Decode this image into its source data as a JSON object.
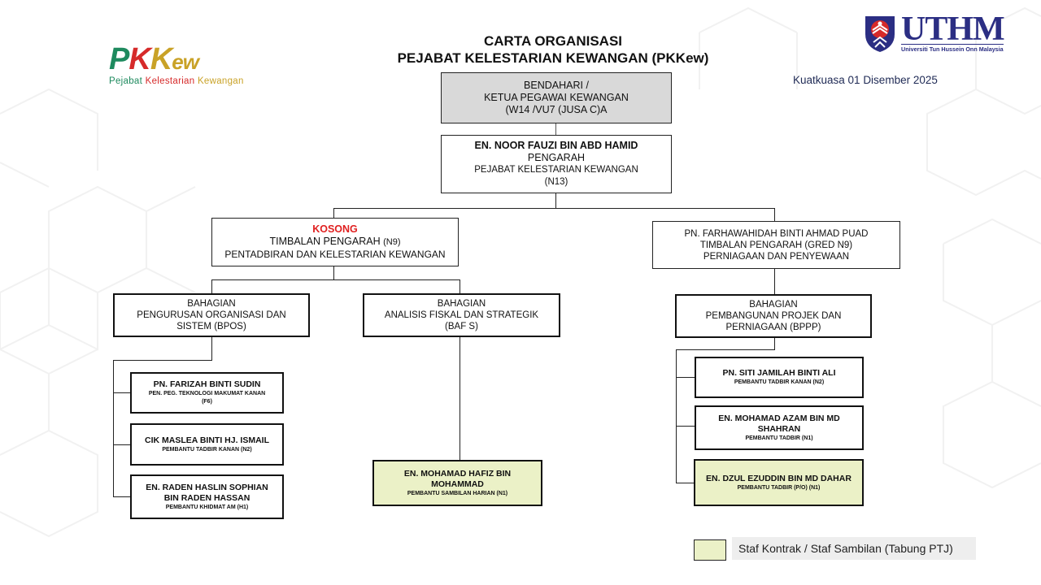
{
  "title": {
    "line1": "CARTA ORGANISASI",
    "line2": "PEJABAT KELESTARIAN KEWANGAN (PKKew)"
  },
  "logos": {
    "pkkew": {
      "letters": [
        "P",
        "K",
        "K",
        "ew"
      ],
      "letter_colors": [
        "#1e8a5e",
        "#d62a2a",
        "#c9a227",
        "#c9a227"
      ],
      "subtitle_parts": [
        "Pejabat ",
        "Kelestarian ",
        "Kewangan"
      ],
      "subtitle_colors": [
        "#1e8a5e",
        "#d62a2a",
        "#c9a227"
      ]
    },
    "uthm": {
      "word": "UTHM",
      "subtitle": "Universiti Tun Hussein Onn Malaysia",
      "color": "#2b2e83"
    }
  },
  "effective_date": "Kuatkuasa 01 Disember 2025",
  "org": {
    "bendahari": {
      "lines": [
        "BENDAHARI /",
        "KETUA PEGAWAI KEWANGAN",
        "(W14 /VU7 (JUSA C)A"
      ]
    },
    "pengarah": {
      "name": "EN. NOOR FAUZI BIN ABD HAMID",
      "title": "PENGARAH",
      "office": "PEJABAT KELESTARIAN KEWANGAN",
      "grade": "(N13)"
    },
    "deputy_left": {
      "status": "KOSONG",
      "title": "TIMBALAN PENGARAH",
      "grade": "(N9)",
      "unit": "PENTADBIRAN DAN KELESTARIAN KEWANGAN"
    },
    "deputy_right": {
      "name": "PN. FARHAWAHIDAH BINTI AHMAD PUAD",
      "title": "TIMBALAN PENGARAH (GRED N9)",
      "unit": "PERNIAGAAN DAN PENYEWAAN"
    },
    "divisions": [
      {
        "lines": [
          "BAHAGIAN",
          "PENGURUSAN ORGANISASI DAN",
          "SISTEM (BPOS)"
        ]
      },
      {
        "lines": [
          "BAHAGIAN",
          "ANALISIS FISKAL DAN STRATEGIK",
          "(BAF S)"
        ]
      },
      {
        "lines": [
          "BAHAGIAN",
          "PEMBANGUNAN PROJEK DAN",
          "PERNIAGAAN (BPPP)"
        ]
      }
    ],
    "staff_bpos": [
      {
        "name": "PN. FARIZAH BINTI SUDIN",
        "role": "PEN. PEG. TEKNOLOGI MAKUMAT KANAN",
        "grade": "(F6)"
      },
      {
        "name": "CIK MASLEA BINTI HJ. ISMAIL",
        "role": "PEMBANTU TADBIR KANAN (N2)"
      },
      {
        "name": "EN. RADEN HASLIN SOPHIAN",
        "name2": "BIN RADEN HASSAN",
        "role": "PEMBANTU KHIDMAT AM (H1)"
      }
    ],
    "staff_bafs": [
      {
        "name": "EN. MOHAMAD HAFIZ BIN",
        "name2": "MOHAMMAD",
        "role": "PEMBANTU SAMBILAN HARIAN (N1)",
        "contract": true
      }
    ],
    "staff_bppp": [
      {
        "name": "PN. SITI JAMILAH BINTI ALI",
        "role": "PEMBANTU TADBIR KANAN (N2)"
      },
      {
        "name": "EN. MOHAMAD AZAM BIN MD",
        "name2": "SHAHRAN",
        "role": "PEMBANTU TADBIR (N1)"
      },
      {
        "name": "EN. DZUL EZUDDIN BIN MD DAHAR",
        "role": "PEMBANTU TADBIR (P/O) (N1)",
        "contract": true
      }
    ]
  },
  "legend": {
    "label": "Staf Kontrak / Staf Sambilan (Tabung PTJ)",
    "swatch_color": "#ebf1c7"
  }
}
